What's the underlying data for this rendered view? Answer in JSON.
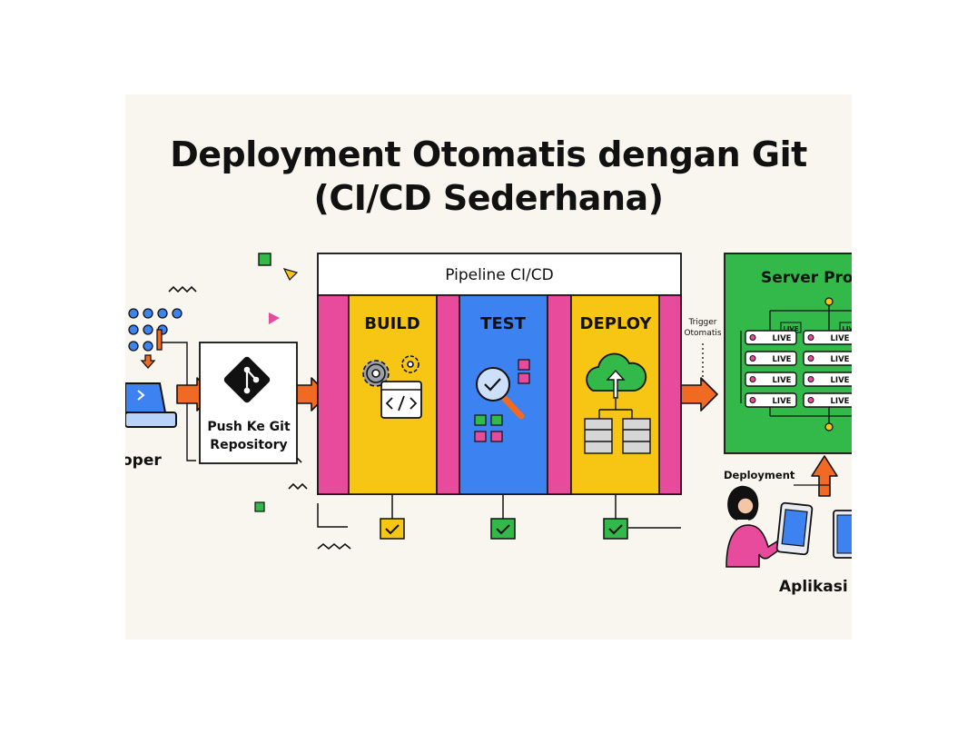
{
  "title": {
    "line1": "Deployment Otomatis dengan Git",
    "line2": "(CI/CD Sederhana)"
  },
  "developer": {
    "label": "oper"
  },
  "repo": {
    "label_line1": "Push Ke Git",
    "label_line2": "Repository"
  },
  "pipeline": {
    "title": "Pipeline CI/CD",
    "stages": [
      {
        "label": "BUILD",
        "color": "#f7c513"
      },
      {
        "label": "TEST",
        "color": "#3c82f0"
      },
      {
        "label": "DEPLOY",
        "color": "#f7c513"
      }
    ],
    "separator_color": "#e84a9c"
  },
  "trigger": {
    "line1": "Trigger",
    "line2": "Otomatis"
  },
  "server": {
    "title": "Server Pro",
    "color": "#33b84a",
    "badge": "LIVE",
    "status_label": "LIVE",
    "row_labels_left": [
      "LIVE",
      "LIVE",
      "LIVE",
      "LIVE"
    ],
    "row_labels_right": [
      "LIVE",
      "LIVE",
      "LIVE",
      "LIVE"
    ]
  },
  "deployment": {
    "label": "Deployment"
  },
  "app": {
    "label": "Aplikasi A"
  },
  "colors": {
    "arrow": "#f06a23",
    "arrow_light": "#f5a882",
    "check_yellow": "#f7c513",
    "check_green": "#33b84a",
    "node_blue": "#3c82f0"
  }
}
